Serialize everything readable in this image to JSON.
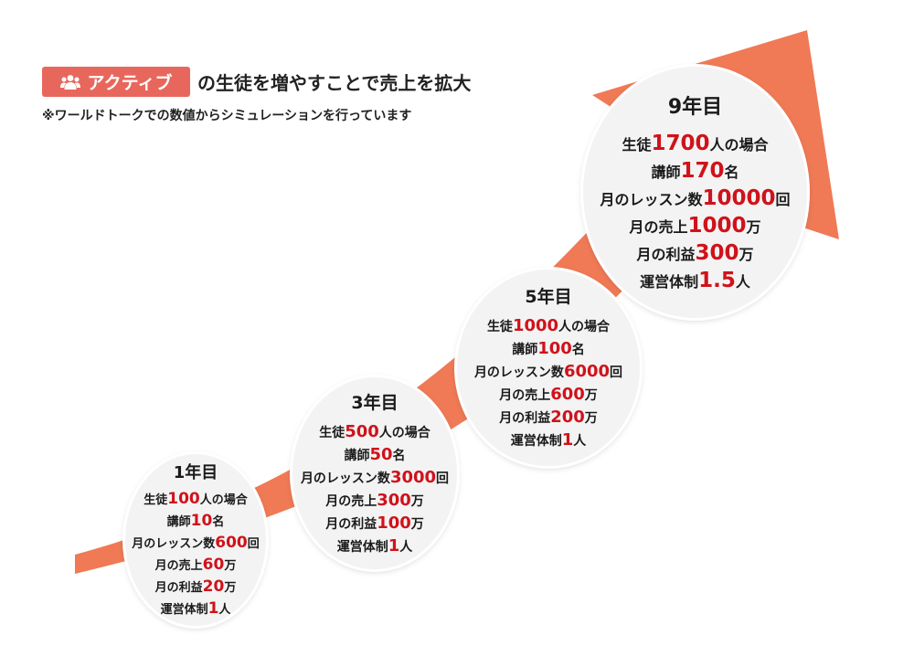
{
  "header": {
    "badge_icon": "people-icon",
    "badge_label": "アクティブ",
    "badge_color": "#e8675c",
    "headline": "の生徒を増やすことで売上を拡大",
    "note": "※ワールドトークでの数値からシミュレーションを行っています"
  },
  "arrow_color": "#ef7a55",
  "highlight_color": "#d0121b",
  "milestones": [
    {
      "title": "1年目",
      "students_pre": "生徒",
      "students": "100",
      "students_post": "人の場合",
      "teachers_pre": "講師",
      "teachers": "10",
      "teachers_post": "名",
      "lessons_pre": "月のレッスン数",
      "lessons": "600",
      "lessons_post": "回",
      "sales_pre": "月の売上",
      "sales": "60",
      "sales_post": "万",
      "profit_pre": "月の利益",
      "profit": "20",
      "profit_post": "万",
      "staff_pre": "運営体制",
      "staff": "1",
      "staff_post": "人"
    },
    {
      "title": "3年目",
      "students_pre": "生徒",
      "students": "500",
      "students_post": "人の場合",
      "teachers_pre": "講師",
      "teachers": "50",
      "teachers_post": "名",
      "lessons_pre": "月のレッスン数",
      "lessons": "3000",
      "lessons_post": "回",
      "sales_pre": "月の売上",
      "sales": "300",
      "sales_post": "万",
      "profit_pre": "月の利益",
      "profit": "100",
      "profit_post": "万",
      "staff_pre": "運営体制",
      "staff": "1",
      "staff_post": "人"
    },
    {
      "title": "5年目",
      "students_pre": "生徒",
      "students": "1000",
      "students_post": "人の場合",
      "teachers_pre": "講師",
      "teachers": "100",
      "teachers_post": "名",
      "lessons_pre": "月のレッスン数",
      "lessons": "6000",
      "lessons_post": "回",
      "sales_pre": "月の売上",
      "sales": "600",
      "sales_post": "万",
      "profit_pre": "月の利益",
      "profit": "200",
      "profit_post": "万",
      "staff_pre": "運営体制",
      "staff": "1",
      "staff_post": "人"
    },
    {
      "title": "9年目",
      "students_pre": "生徒",
      "students": "1700",
      "students_post": "人の場合",
      "teachers_pre": "講師",
      "teachers": "170",
      "teachers_post": "名",
      "lessons_pre": "月のレッスン数",
      "lessons": "10000",
      "lessons_post": "回",
      "sales_pre": "月の売上",
      "sales": "1000",
      "sales_post": "万",
      "profit_pre": "月の利益",
      "profit": "300",
      "profit_post": "万",
      "staff_pre": "運営体制",
      "staff": "1.5",
      "staff_post": "人"
    }
  ]
}
